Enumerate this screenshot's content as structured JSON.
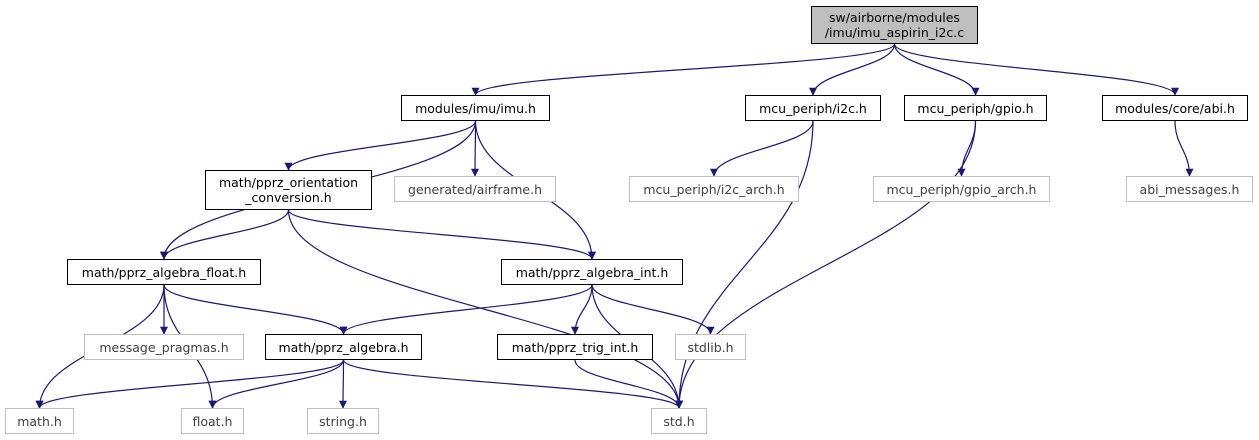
{
  "colors": {
    "edge": "#191970",
    "node_border": "#000000",
    "external_border": "#bfbfbf",
    "root_fill": "#bfbfbf"
  },
  "nodes": [
    {
      "id": "root",
      "label": "sw/airborne/modules\n/imu/imu_aspirin_i2c.c",
      "kind": "root"
    },
    {
      "id": "imu",
      "label": "modules/imu/imu.h",
      "kind": "internal"
    },
    {
      "id": "i2c",
      "label": "mcu_periph/i2c.h",
      "kind": "internal"
    },
    {
      "id": "gpio",
      "label": "mcu_periph/gpio.h",
      "kind": "internal"
    },
    {
      "id": "abi",
      "label": "modules/core/abi.h",
      "kind": "internal"
    },
    {
      "id": "orient",
      "label": "math/pprz_orientation\n_conversion.h",
      "kind": "internal"
    },
    {
      "id": "airframe",
      "label": "generated/airframe.h",
      "kind": "external"
    },
    {
      "id": "i2c_arch",
      "label": "mcu_periph/i2c_arch.h",
      "kind": "external"
    },
    {
      "id": "gpio_arch",
      "label": "mcu_periph/gpio_arch.h",
      "kind": "external"
    },
    {
      "id": "abi_msgs",
      "label": "abi_messages.h",
      "kind": "external"
    },
    {
      "id": "alg_float",
      "label": "math/pprz_algebra_float.h",
      "kind": "internal"
    },
    {
      "id": "alg_int",
      "label": "math/pprz_algebra_int.h",
      "kind": "internal"
    },
    {
      "id": "msg_prag",
      "label": "message_pragmas.h",
      "kind": "external"
    },
    {
      "id": "alg",
      "label": "math/pprz_algebra.h",
      "kind": "internal"
    },
    {
      "id": "trig",
      "label": "math/pprz_trig_int.h",
      "kind": "internal"
    },
    {
      "id": "stdlib",
      "label": "stdlib.h",
      "kind": "external"
    },
    {
      "id": "math",
      "label": "math.h",
      "kind": "external"
    },
    {
      "id": "float",
      "label": "float.h",
      "kind": "external"
    },
    {
      "id": "string",
      "label": "string.h",
      "kind": "external"
    },
    {
      "id": "std",
      "label": "std.h",
      "kind": "external"
    }
  ],
  "edges": [
    [
      "root",
      "imu"
    ],
    [
      "root",
      "i2c"
    ],
    [
      "root",
      "gpio"
    ],
    [
      "root",
      "abi"
    ],
    [
      "imu",
      "alg_float"
    ],
    [
      "imu",
      "orient"
    ],
    [
      "imu",
      "airframe"
    ],
    [
      "imu",
      "alg_int"
    ],
    [
      "i2c",
      "i2c_arch"
    ],
    [
      "i2c",
      "std"
    ],
    [
      "gpio",
      "gpio_arch"
    ],
    [
      "gpio",
      "std"
    ],
    [
      "abi",
      "abi_msgs"
    ],
    [
      "orient",
      "alg_float"
    ],
    [
      "orient",
      "alg_int"
    ],
    [
      "orient",
      "std"
    ],
    [
      "alg_float",
      "math"
    ],
    [
      "alg_float",
      "float"
    ],
    [
      "alg_float",
      "msg_prag"
    ],
    [
      "alg_float",
      "alg"
    ],
    [
      "alg_int",
      "alg"
    ],
    [
      "alg_int",
      "trig"
    ],
    [
      "alg_int",
      "stdlib"
    ],
    [
      "alg_int",
      "std"
    ],
    [
      "alg",
      "math"
    ],
    [
      "alg",
      "float"
    ],
    [
      "alg",
      "string"
    ],
    [
      "alg",
      "std"
    ],
    [
      "trig",
      "std"
    ]
  ]
}
